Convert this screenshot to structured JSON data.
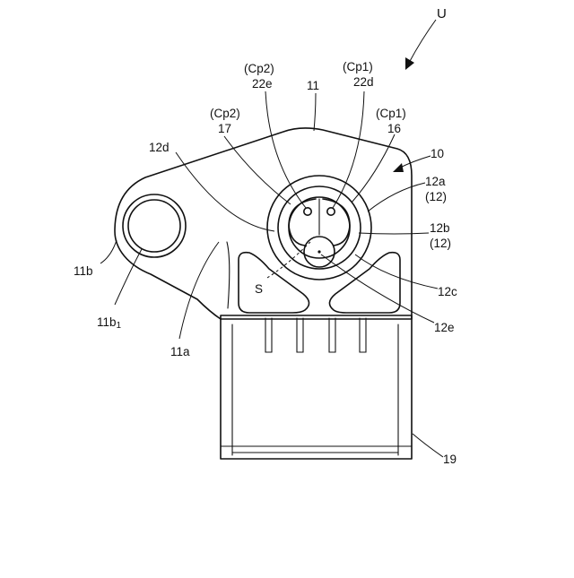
{
  "labels": {
    "u": "U",
    "cp2_a": "(Cp2)",
    "n22e": "22e",
    "n11": "11",
    "cp1_a": "(Cp1)",
    "n22d": "22d",
    "cp2_b": "(Cp2)",
    "n17": "17",
    "cp1_b": "(Cp1)",
    "n16": "16",
    "n12d": "12d",
    "n10": "10",
    "n12a": "12a",
    "p12_a": "(12)",
    "n12b": "12b",
    "p12_b": "(12)",
    "n11b": "11b",
    "s": "S",
    "n12c": "12c",
    "n11b1": "11b",
    "n11b1_sub": "1",
    "n11a": "11a",
    "n12e": "12e",
    "n19": "19"
  }
}
